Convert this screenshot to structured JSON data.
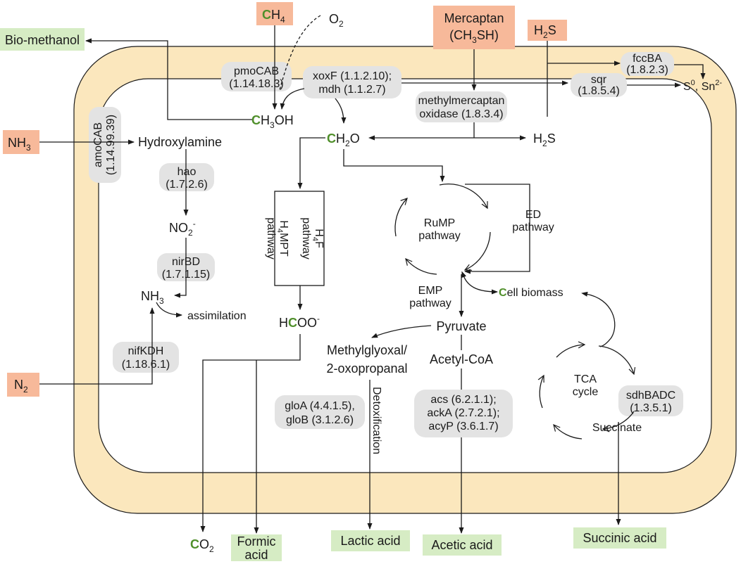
{
  "colors": {
    "membrane": "#fbe7bd",
    "substrate_box": "#f7b99a",
    "product_box": "#d6ecc4",
    "enzyme_box": "#e3e3e3",
    "carbon_highlight": "#4f8f2a",
    "line": "#1a1a1a"
  },
  "substrates": {
    "ch4": {
      "c": "C",
      "rest": "H",
      "sub": "4"
    },
    "o2": {
      "base": "O",
      "sub": "2"
    },
    "mercaptan_line1": "Mercaptan",
    "mercaptan_line2": {
      "pre": "(CH",
      "sub": "3",
      "post": "SH)"
    },
    "h2s": {
      "base": "H",
      "sub": "2",
      "post": "S"
    },
    "nh3": {
      "base": "NH",
      "sub": "3"
    },
    "n2": {
      "base": "N",
      "sub": "2"
    }
  },
  "products": {
    "bio_methanol": "Bio-methanol",
    "co2": {
      "c": "C",
      "rest": "O",
      "sub": "2"
    },
    "formic_line1": "Formic",
    "formic_line2": "acid",
    "lactic": "Lactic acid",
    "acetic": "Acetic acid",
    "succinic": "Succinic acid"
  },
  "enzymes": {
    "pmocab_1": "pmoCAB",
    "pmocab_2": "(1.14.18.3)",
    "xoxf_1": "xoxF (1.1.2.10);",
    "xoxf_2": "mdh (1.1.2.7)",
    "fccba_1": "fccBA",
    "fccba_2": "(1.8.2.3)",
    "sqr_1": "sqr",
    "sqr_2": "(1.8.5.4)",
    "mmo_1": "methylmercaptan",
    "mmo_2": "oxidase (1.8.3.4)",
    "amocab_1": "amoCAB",
    "amocab_2": "(1.14.99.39)",
    "hao_1": "hao",
    "hao_2": "(1.7.2.6)",
    "nirbd_1": "nirBD",
    "nirbd_2": "(1.7.1.15)",
    "nifkdh_1": "nifKDH",
    "nifkdh_2": "(1.18.6.1)",
    "glo_1": "gloA (4.4.1.5),",
    "glo_2": "gloB (3.1.2.6)",
    "acs_1": "acs (6.2.1.1);",
    "acs_2": "ackA (2.7.2.1);",
    "acs_3": "acyP (3.6.1.7)",
    "sdh_1": "sdhBADC",
    "sdh_2": "(1.3.5.1)"
  },
  "metabolites": {
    "ch3oh": {
      "c": "C",
      "rest1": "H",
      "sub": "3",
      "rest2": "OH"
    },
    "ch2o": {
      "c": "C",
      "rest1": "H",
      "sub": "2",
      "rest2": "O"
    },
    "h2s_inner": {
      "base": "H",
      "sub": "2",
      "post": "S"
    },
    "sulfur": {
      "s": "S",
      "s_sup": "0",
      "sep": ", Sn",
      "sn_sup": "2-"
    },
    "hydroxylamine": "Hydroxylamine",
    "no2": {
      "base": "NO",
      "sub": "2",
      "sup": "-"
    },
    "nh3_inner": {
      "base": "NH",
      "sub": "3"
    },
    "assimilation": "assimilation",
    "hcoo": {
      "h": "H",
      "c": "C",
      "rest": "OO",
      "sup": "-"
    },
    "pyruvate": "Pyruvate",
    "methylglyoxal_1": "Methylglyoxal/",
    "methylglyoxal_2": "2-oxopropanal",
    "acetylcoa": "Acetyl-CoA",
    "cell_biomass": {
      "c": "C",
      "rest": "ell biomass"
    },
    "succinate": "Succinate",
    "detox": "Detoxification"
  },
  "pathways": {
    "rump_1": "RuMP",
    "rump_2": "pathway",
    "ed_1": "ED",
    "ed_2": "pathway",
    "emp_1": "EMP",
    "emp_2": "pathway",
    "h4mpt": {
      "pre": "H",
      "sub": "4",
      "post": "MPT",
      "line2": "pathway"
    },
    "h4f": {
      "pre": "H",
      "sub": "4",
      "post": "F",
      "line2": "pathway"
    },
    "tca_1": "TCA",
    "tca_2": "cycle"
  }
}
